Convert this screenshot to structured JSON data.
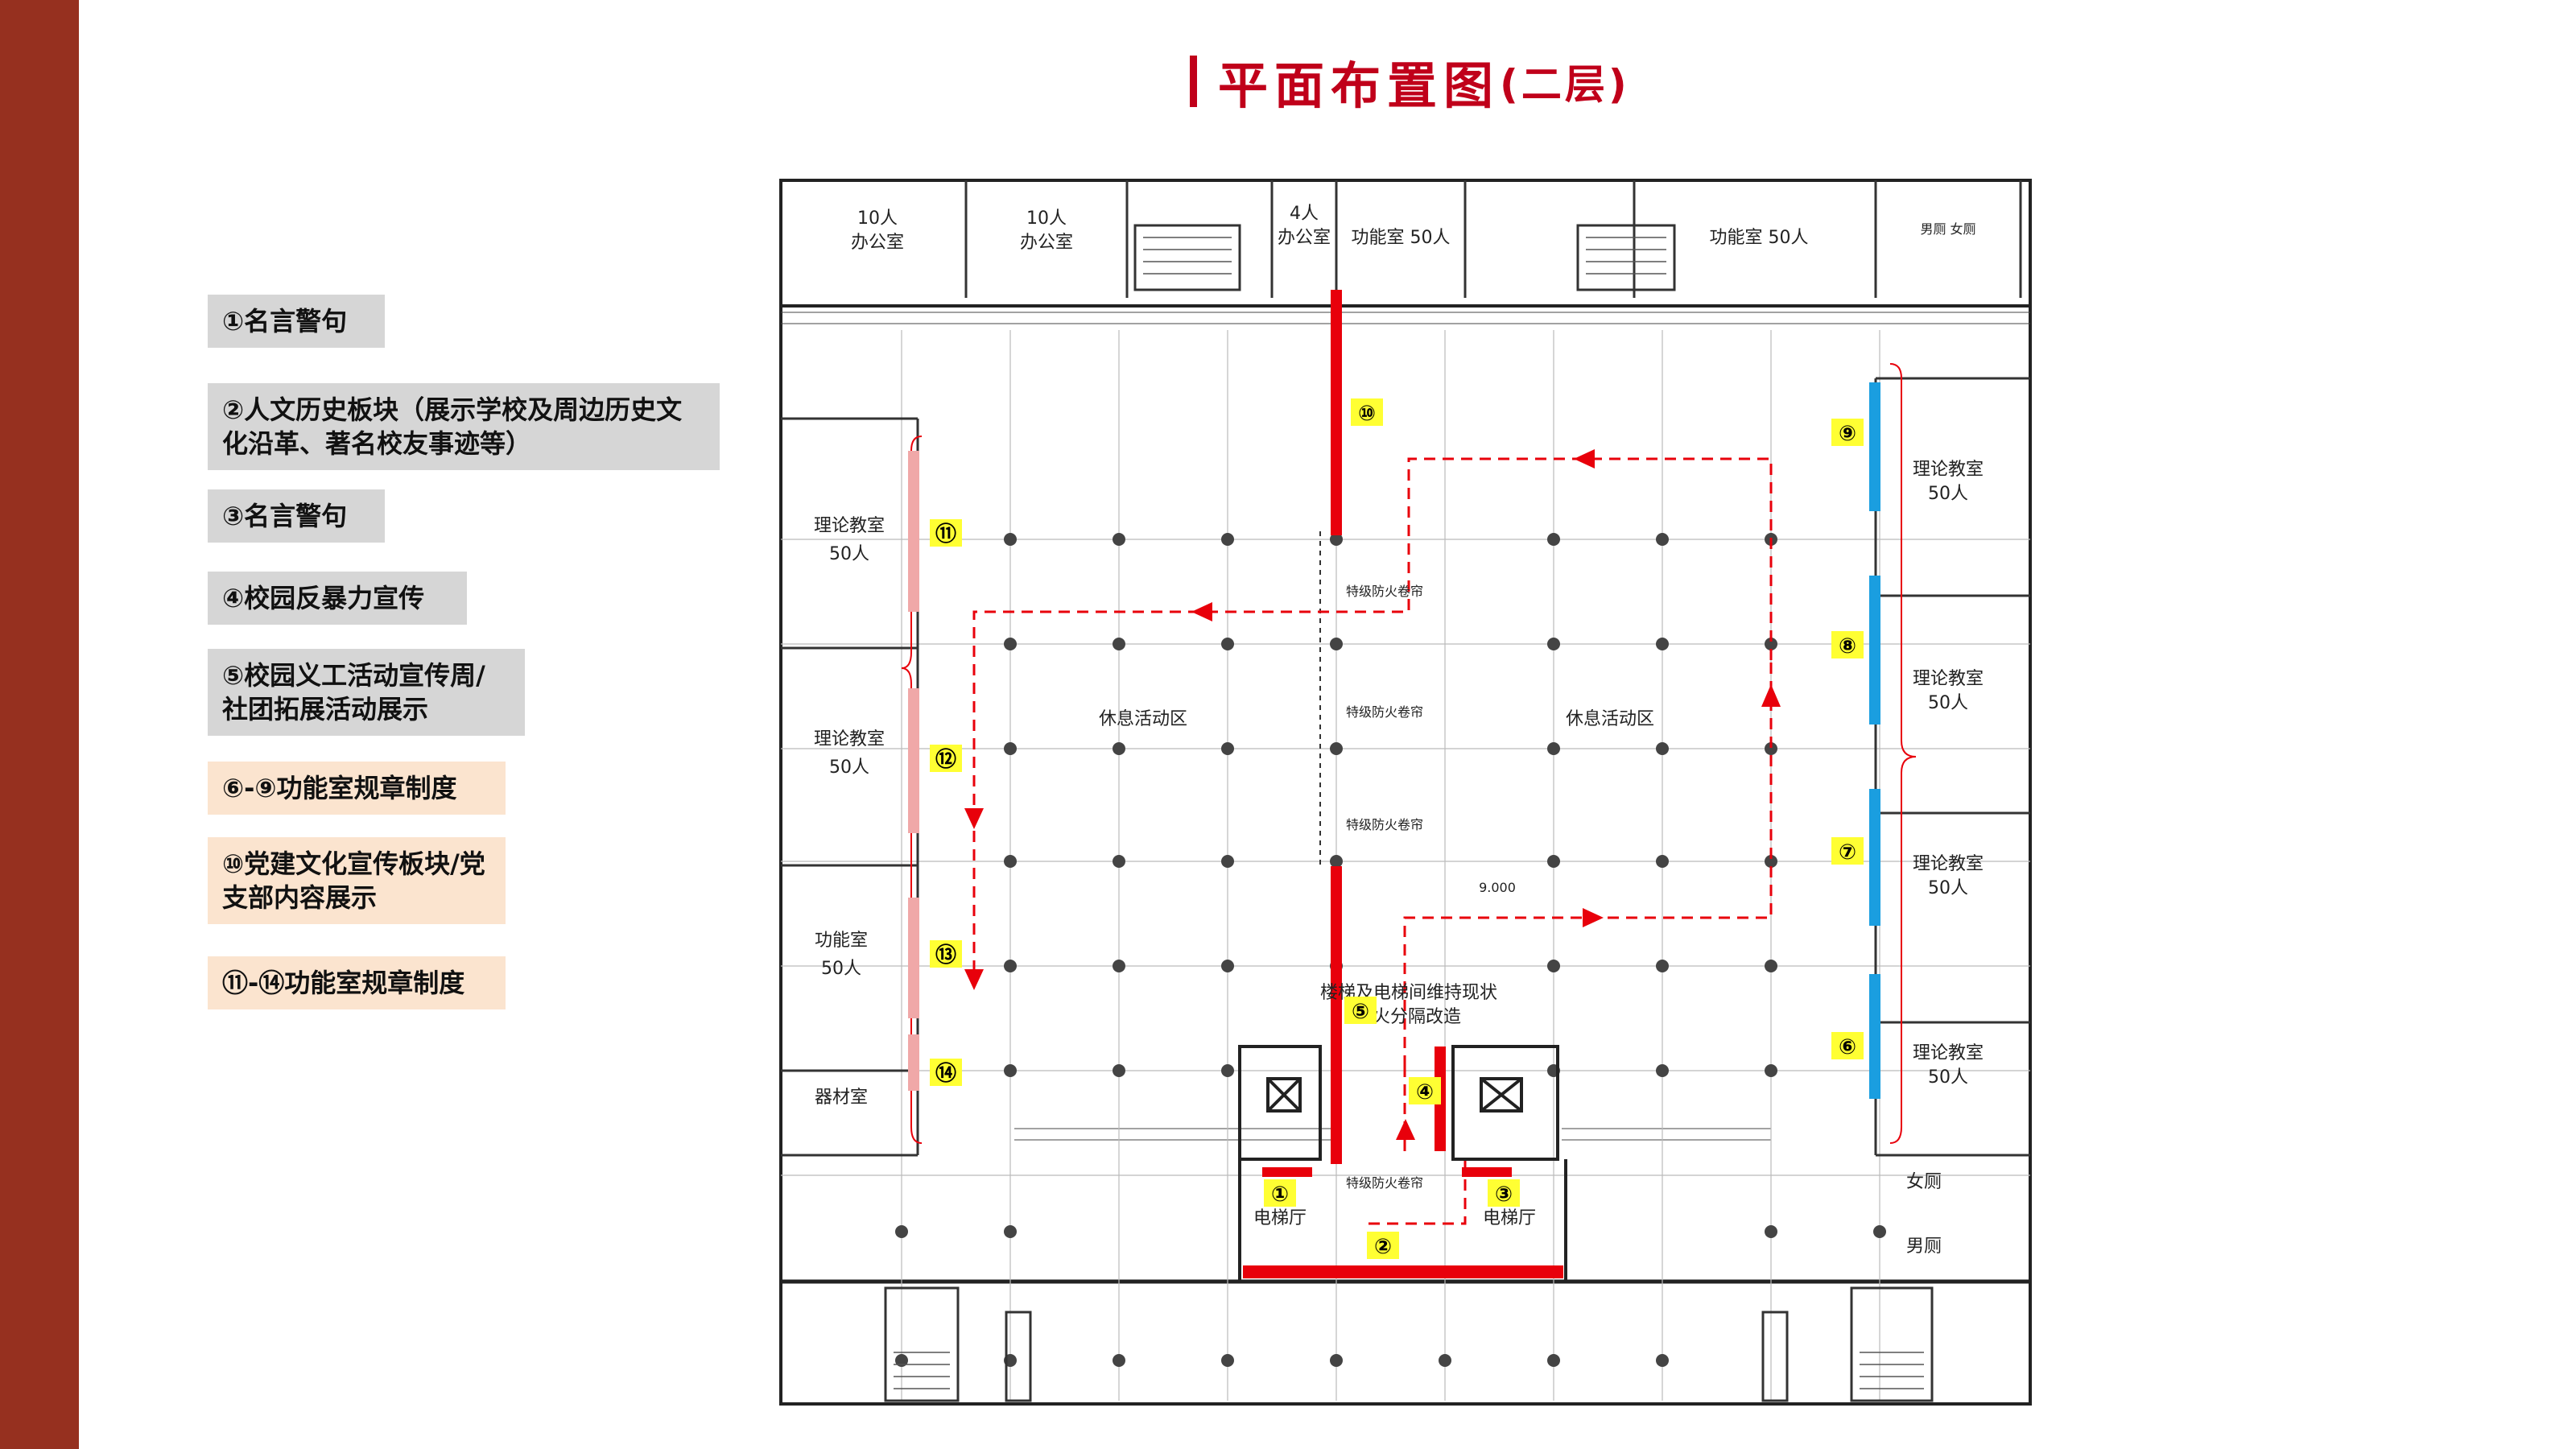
{
  "title": {
    "main": "平面布置图",
    "suffix": "(二层)"
  },
  "legend": [
    {
      "text": "①名言警句",
      "style": "gray"
    },
    {
      "text": "②人文历史板块（展示学校及周边历史文化沿革、著名校友事迹等）",
      "style": "gray"
    },
    {
      "text": "③名言警句",
      "style": "gray"
    },
    {
      "text": "④校园反暴力宣传",
      "style": "gray"
    },
    {
      "text": "⑤校园义工活动宣传周/社团拓展活动展示",
      "style": "gray"
    },
    {
      "text": "⑥-⑨功能室规章制度",
      "style": "peach"
    },
    {
      "text": "⑩党建文化宣传板块/党支部内容展示",
      "style": "peach"
    },
    {
      "text": "⑪-⑭功能室规章制度",
      "style": "peach"
    }
  ],
  "plan": {
    "rooms_top": {
      "office1": "10人",
      "office1_name": "办公室",
      "office2": "10人",
      "office2_name": "办公室",
      "office3": "4人",
      "office3_name": "办公室",
      "func1": "功能室 50人",
      "func2": "功能室 50人",
      "wc_top": "男厕   女厕"
    },
    "rooms_left": [
      {
        "name": "理论教室",
        "cap": "50人"
      },
      {
        "name": "理论教室",
        "cap": "50人"
      },
      {
        "name": "功能室",
        "cap": "50人"
      },
      {
        "name": "器材室",
        "cap": ""
      }
    ],
    "rooms_right": [
      {
        "name": "理论教室",
        "cap": "50人"
      },
      {
        "name": "理论教室",
        "cap": "50人"
      },
      {
        "name": "理论教室",
        "cap": "50人"
      },
      {
        "name": "理论教室",
        "cap": "50人"
      }
    ],
    "rest_left": "休息活动区",
    "rest_right": "休息活动区",
    "shutter1": "特级防火卷帘",
    "shutter2": "特级防火卷帘",
    "shutter3": "特级防火卷帘",
    "shutter4": "特级防火卷帘",
    "elevator_note1": "楼梯及电梯间维持现状",
    "elevator_note2": "火分隔改造",
    "elev_hall_left": "电梯厅",
    "elev_hall_right": "电梯厅",
    "elevation": "9.000",
    "wc_female": "女厕",
    "wc_male": "男厕",
    "badges": [
      "①",
      "②",
      "③",
      "④",
      "⑤",
      "⑥",
      "⑦",
      "⑧",
      "⑨",
      "⑩",
      "⑪",
      "⑫",
      "⑬",
      "⑭"
    ]
  },
  "colors": {
    "accent_red": "#e8000b",
    "panel_blue": "#1a9ee0",
    "panel_pink": "#f0a8a8",
    "badge_yellow": "#ffff33",
    "sidebar": "#96301f"
  }
}
